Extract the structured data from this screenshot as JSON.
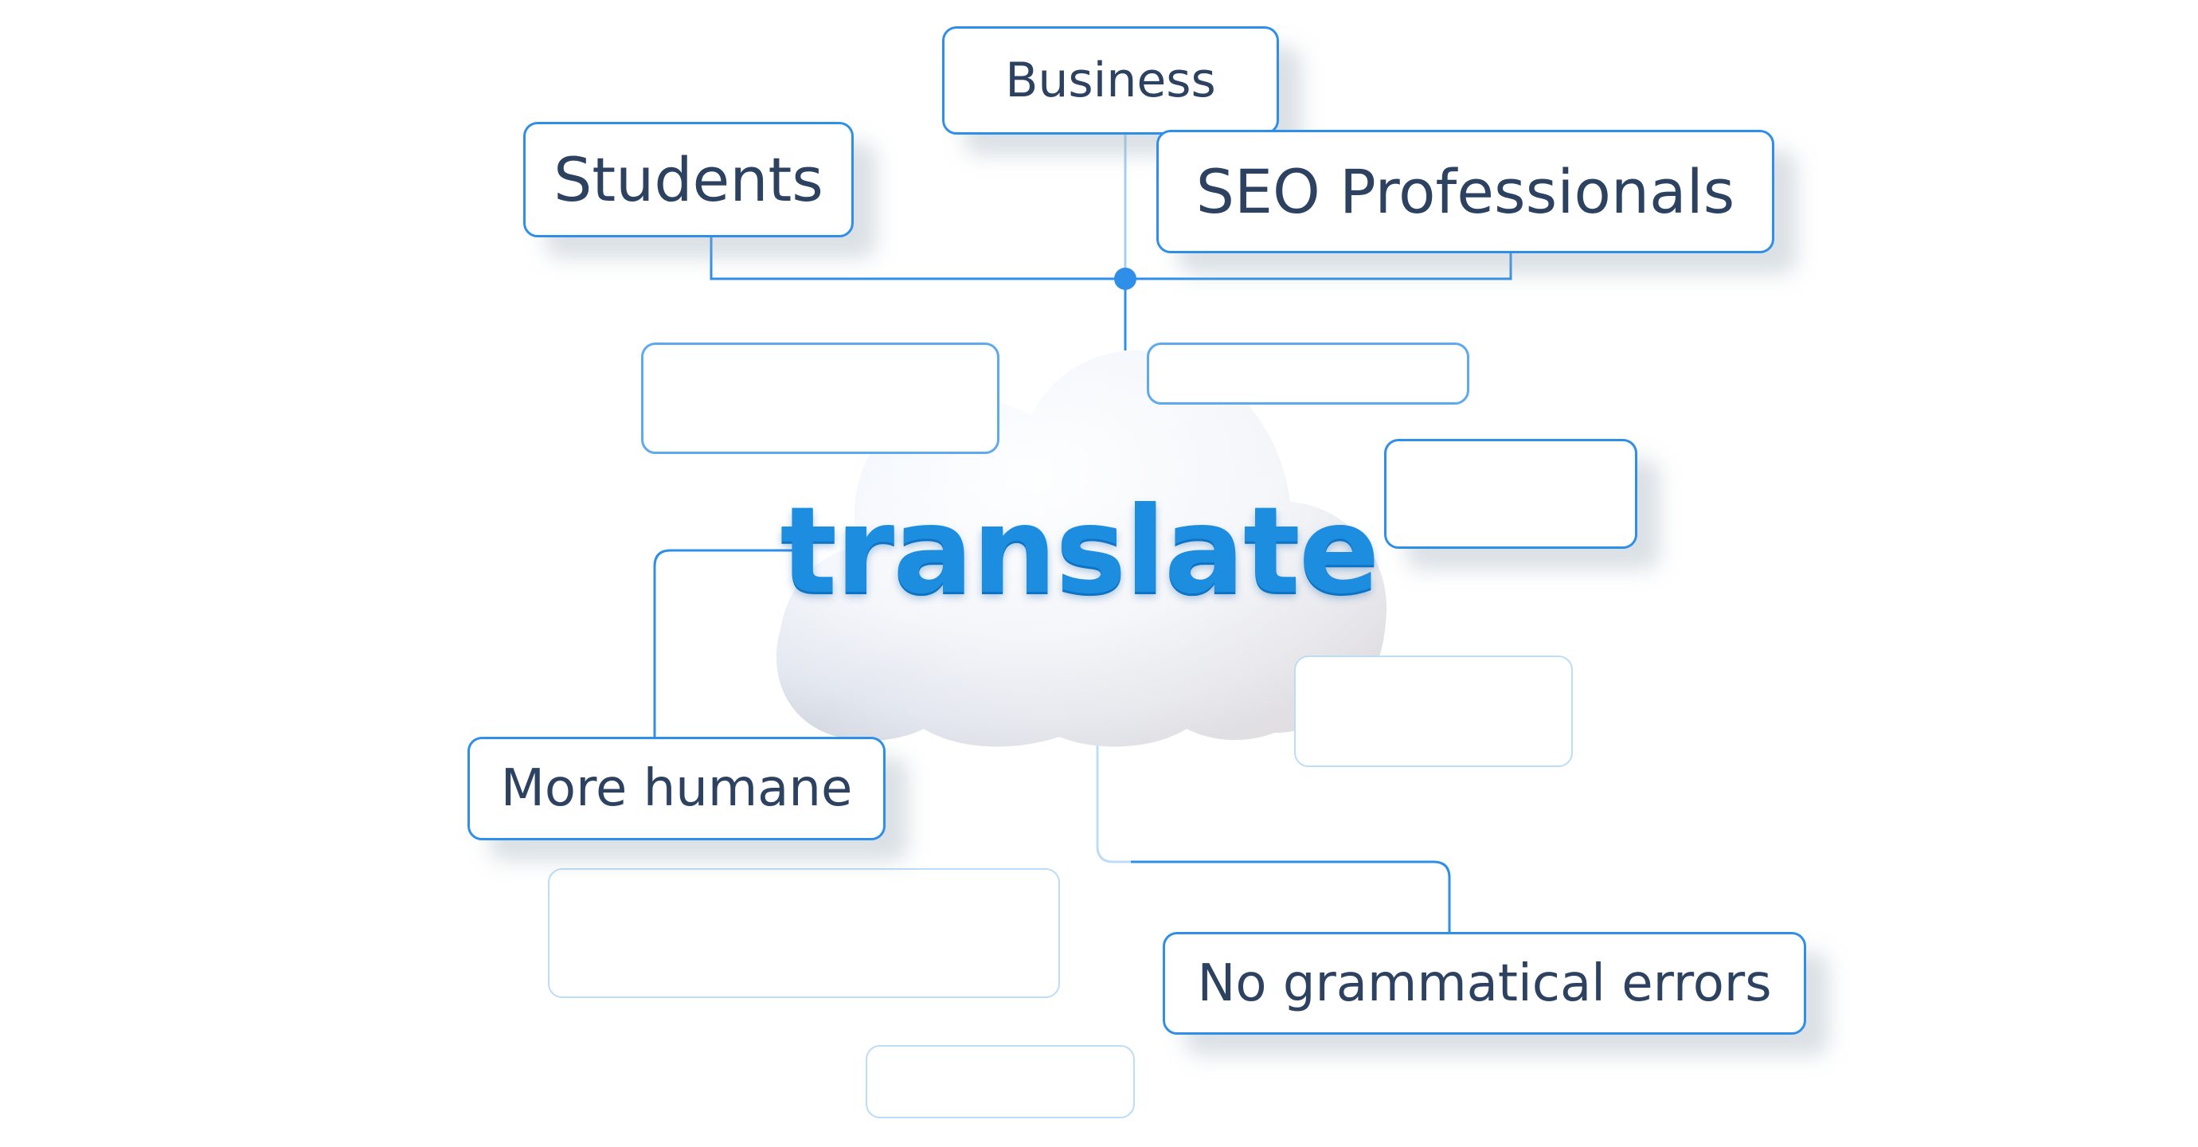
{
  "center": {
    "word": "translate"
  },
  "audience_nodes": {
    "business": "Business",
    "students": "Students",
    "seo": "SEO Professionals"
  },
  "feature_nodes": {
    "humane": "More humane",
    "grammar": "No grammatical errors"
  },
  "colors": {
    "line": "#2f8fe8",
    "line_faint": "#bcdcf7",
    "node_text": "#2c4260",
    "cloud_text": "#1d8de0"
  }
}
